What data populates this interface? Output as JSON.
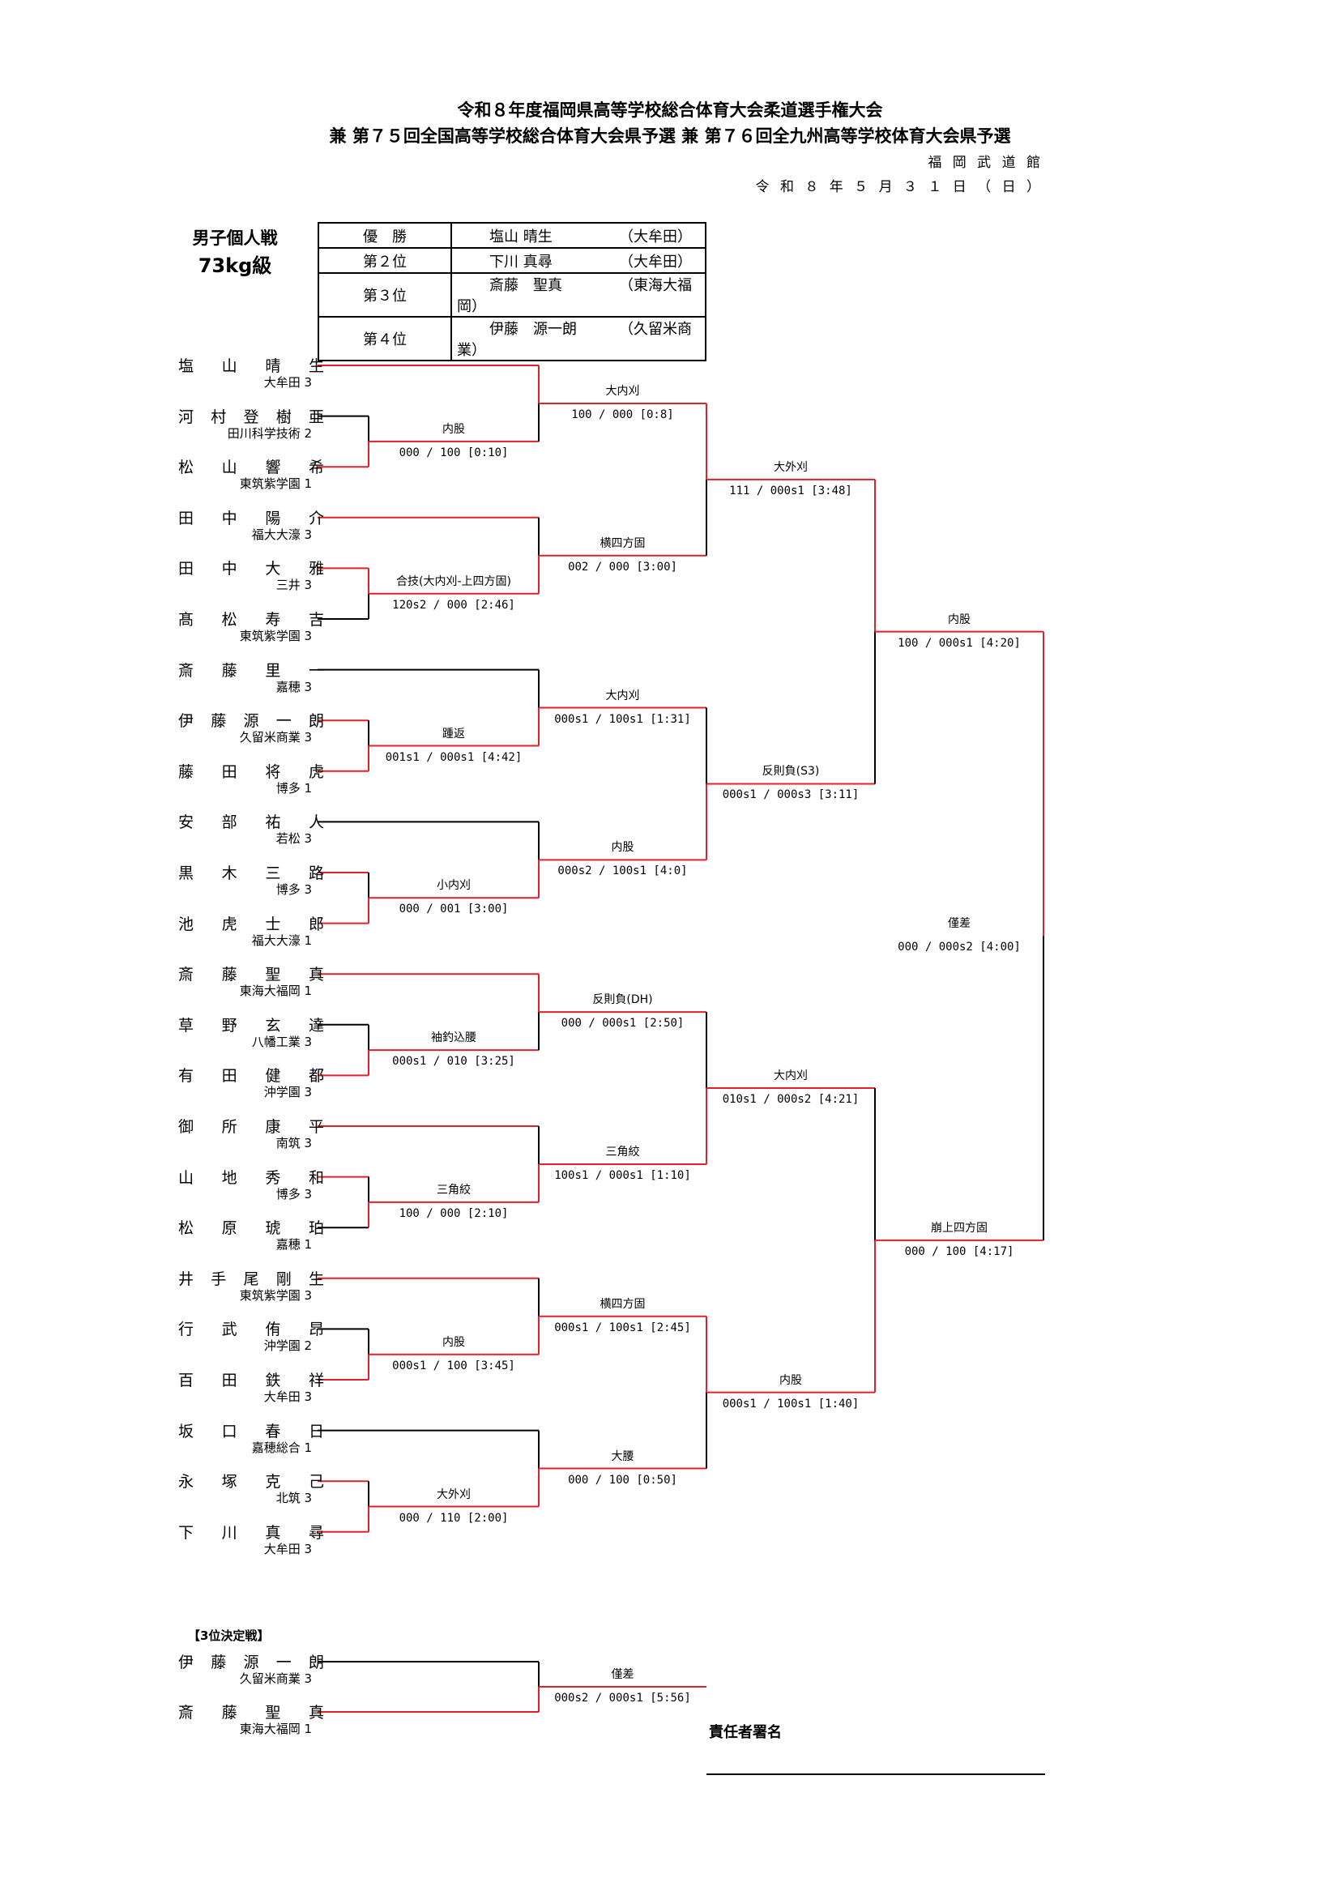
{
  "header": {
    "title1": "令和８年度福岡県高等学校総合体育大会柔道選手権大会",
    "title2": "兼 第７５回全国高等学校総合体育大会県予選 兼 第７６回全九州高等学校体育大会県予選",
    "venue": "福 岡 武 道 館",
    "date": "令 和 ８ 年 ５ 月 ３ １ 日 （ 日 ）"
  },
  "category": {
    "line1": "男子個人戦",
    "line2": "73kg級"
  },
  "ranking": [
    {
      "place": "優　勝",
      "name": "塩山 晴生",
      "team": "（大牟田）"
    },
    {
      "place": "第２位",
      "name": "下川 真尋",
      "team": "（大牟田）"
    },
    {
      "place": "第３位",
      "name": "斎藤　聖真",
      "team": "（東海大福岡）"
    },
    {
      "place": "第４位",
      "name": "伊藤　源一朗",
      "team": "（久留米商業）"
    }
  ],
  "players": [
    {
      "name": "塩山晴生",
      "team": "大牟田 3"
    },
    {
      "name": "河村登樹亜",
      "team": "田川科学技術 2"
    },
    {
      "name": "松山響希",
      "team": "東筑紫学園 1"
    },
    {
      "name": "田中陽介",
      "team": "福大大濠 3"
    },
    {
      "name": "田中大雅",
      "team": "三井 3"
    },
    {
      "name": "髙松寿吉",
      "team": "東筑紫学園 3"
    },
    {
      "name": "斎藤里一",
      "team": "嘉穂 3"
    },
    {
      "name": "伊藤源一朗",
      "team": "久留米商業 3"
    },
    {
      "name": "藤田将虎",
      "team": "博多 1"
    },
    {
      "name": "安部祐人",
      "team": "若松 3"
    },
    {
      "name": "黒木三路",
      "team": "博多 3"
    },
    {
      "name": "池虎士郎",
      "team": "福大大濠 1"
    },
    {
      "name": "斎藤聖真",
      "team": "東海大福岡 1"
    },
    {
      "name": "草野玄達",
      "team": "八幡工業 3"
    },
    {
      "name": "有田健都",
      "team": "沖学園 3"
    },
    {
      "name": "御所康平",
      "team": "南筑 3"
    },
    {
      "name": "山地秀和",
      "team": "博多 3"
    },
    {
      "name": "松原琥珀",
      "team": "嘉穂 1"
    },
    {
      "name": "井手尾剛生",
      "team": "東筑紫学園 3"
    },
    {
      "name": "行武侑昂",
      "team": "沖学園 2"
    },
    {
      "name": "百田鉄祥",
      "team": "大牟田 3"
    },
    {
      "name": "坂口春日",
      "team": "嘉穂総合 1"
    },
    {
      "name": "永塚克己",
      "team": "北筑 3"
    },
    {
      "name": "下川真尋",
      "team": "大牟田 3"
    }
  ],
  "matches": [
    {
      "tech": "内股",
      "score": "000 / 100 [0:10]"
    },
    {
      "tech": "合技(大内刈-上四方固)",
      "score": "120s2 / 000 [2:46]"
    },
    {
      "tech": "踵返",
      "score": "001s1 / 000s1 [4:42]"
    },
    {
      "tech": "小内刈",
      "score": "000 / 001 [3:00]"
    },
    {
      "tech": "袖釣込腰",
      "score": "000s1 / 010 [3:25]"
    },
    {
      "tech": "三角絞",
      "score": "100 / 000 [2:10]"
    },
    {
      "tech": "内股",
      "score": "000s1 / 100 [3:45]"
    },
    {
      "tech": "大外刈",
      "score": "000 / 110 [2:00]"
    },
    {
      "tech": "大内刈",
      "score": "100 / 000 [0:8]"
    },
    {
      "tech": "横四方固",
      "score": "002 / 000 [3:00]"
    },
    {
      "tech": "大内刈",
      "score": "000s1 / 100s1 [1:31]"
    },
    {
      "tech": "内股",
      "score": "000s2 / 100s1 [4:0]"
    },
    {
      "tech": "反則負(DH)",
      "score": "000 / 000s1 [2:50]"
    },
    {
      "tech": "三角絞",
      "score": "100s1 / 000s1 [1:10]"
    },
    {
      "tech": "横四方固",
      "score": "000s1 / 100s1 [2:45]"
    },
    {
      "tech": "大腰",
      "score": "000 / 100 [0:50]"
    },
    {
      "tech": "大外刈",
      "score": "111 / 000s1 [3:48]"
    },
    {
      "tech": "反則負(S3)",
      "score": "000s1 / 000s3 [3:11]"
    },
    {
      "tech": "大内刈",
      "score": "010s1 / 000s2 [4:21]"
    },
    {
      "tech": "内股",
      "score": "000s1 / 100s1 [1:40]"
    },
    {
      "tech": "内股",
      "score": "100 / 000s1 [4:20]"
    },
    {
      "tech": "崩上四方固",
      "score": "000 / 100 [4:17]"
    },
    {
      "tech": "僅差",
      "score": "000 / 000s2 [4:00]"
    }
  ],
  "third_place": {
    "heading": "【3位決定戦】",
    "players": [
      {
        "name": "伊藤源一朗",
        "team": "久留米商業 3"
      },
      {
        "name": "斎藤聖真",
        "team": "東海大福岡 1"
      }
    ],
    "match": {
      "tech": "僅差",
      "score": "000s2 / 000s1 [5:56]"
    }
  },
  "signature": "責任者署名",
  "colors": {
    "winner_line": "#e0202a",
    "loser_line": "#000000"
  }
}
